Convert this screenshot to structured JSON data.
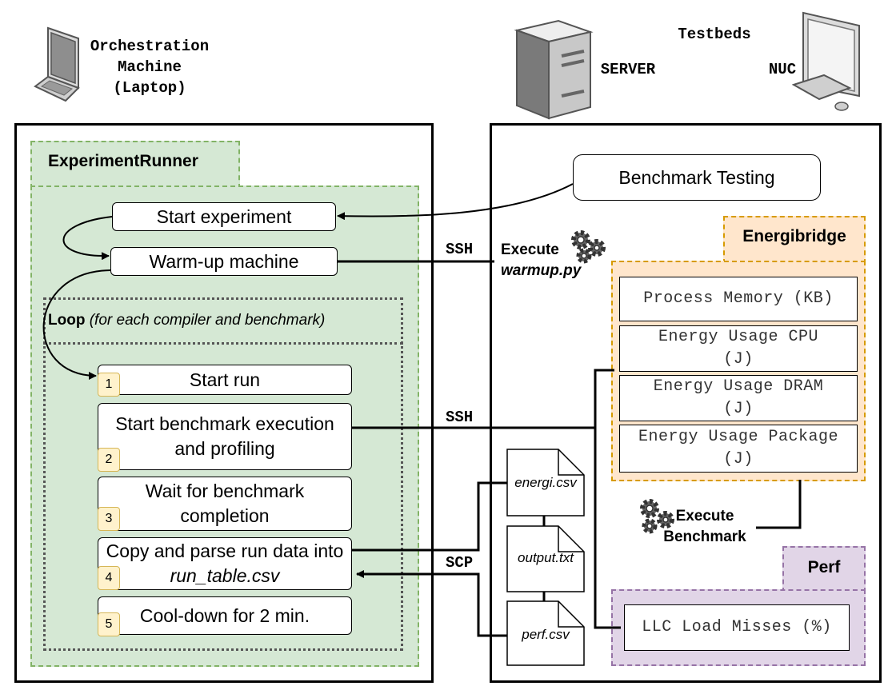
{
  "header": {
    "orchestration_label": "Orchestration\nMachine\n(Laptop)",
    "testbeds_label": "Testbeds",
    "server_label": "SERVER",
    "nuc_label": "NUC"
  },
  "runner": {
    "title": "ExperimentRunner",
    "start_experiment": "Start experiment",
    "warmup": "Warm-up machine",
    "loop_title": "Loop",
    "loop_subtitle": "(for each compiler and benchmark)",
    "steps": [
      {
        "num": "1",
        "label": "Start run"
      },
      {
        "num": "2",
        "label": "Start benchmark execution and profiling"
      },
      {
        "num": "3",
        "label": "Wait for benchmark completion"
      },
      {
        "num": "4",
        "label": "Copy and parse run data into",
        "label_italic": "run_table.csv"
      },
      {
        "num": "5",
        "label": "Cool-down for 2 min."
      }
    ]
  },
  "testbed": {
    "benchmark_testing": "Benchmark Testing",
    "execute_label": "Execute",
    "warmup_script": "warmup.py",
    "execute_benchmark": "Execute\nBenchmark",
    "energibridge": {
      "title": "Energibridge",
      "metrics": [
        "Process Memory (KB)",
        "Energy Usage CPU (J)",
        "Energy Usage DRAM (J)",
        "Energy Usage Package (J)"
      ]
    },
    "perf": {
      "title": "Perf",
      "metrics": [
        "LLC Load Misses (%)"
      ]
    },
    "files": [
      "energi.csv",
      "output.txt",
      "perf.csv"
    ]
  },
  "connections": {
    "ssh_1": "SSH",
    "ssh_2": "SSH",
    "scp": "SCP"
  },
  "colors": {
    "runner_fill": "#d5e8d4",
    "runner_border": "#82b366",
    "energibridge_fill": "#ffe6cc",
    "energibridge_border": "#d79b00",
    "perf_fill": "#e1d5e7",
    "perf_border": "#9673a6",
    "step_number_fill": "#fff2cc"
  }
}
